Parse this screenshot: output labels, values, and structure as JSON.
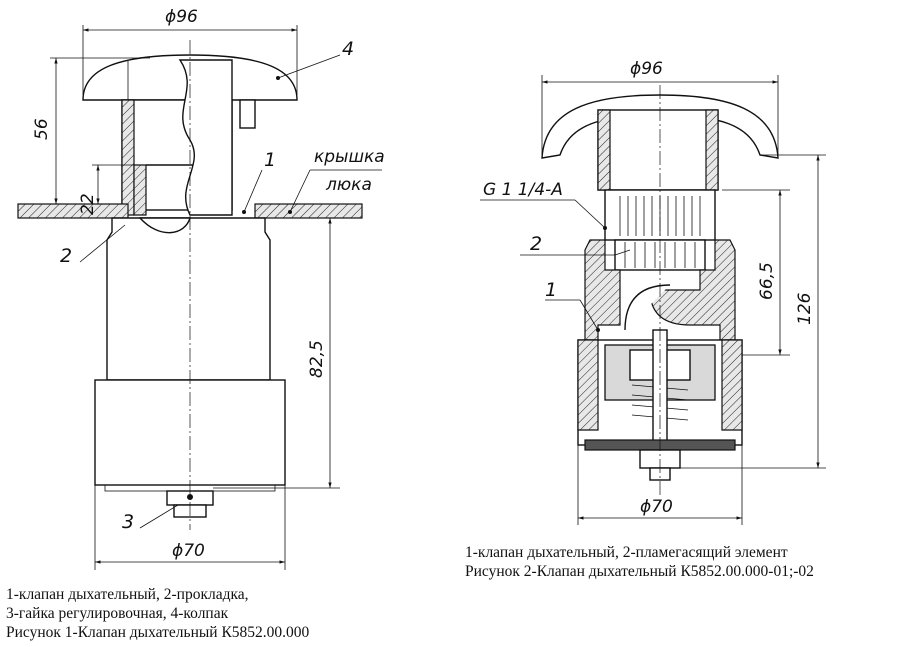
{
  "figure1": {
    "dim_top": "ϕ96",
    "dim_bottom": "ϕ70",
    "dim_56": "56",
    "dim_22": "22",
    "dim_82": "82,5",
    "callout_1": "1",
    "callout_2": "2",
    "callout_3": "3",
    "callout_4": "4",
    "label_lid_1": "крышка",
    "label_lid_2": "люка",
    "caption_line1": "1-клапан дыхательный, 2-прокладка,",
    "caption_line2": "3-гайка регулировочная, 4-колпак",
    "caption_line3": "Рисунок 1-Клапан дыхательный К5852.00.000"
  },
  "figure2": {
    "dim_top": "ϕ96",
    "dim_bottom": "ϕ70",
    "dim_66": "66,5",
    "dim_126": "126",
    "thread": "G 1 1/4-A",
    "callout_1": "1",
    "callout_2": "2",
    "caption_line1": "1-клапан дыхательный, 2-пламегасящий элемент",
    "caption_line2": "Рисунок 2-Клапан дыхательный К5852.00.000-01;-02"
  }
}
